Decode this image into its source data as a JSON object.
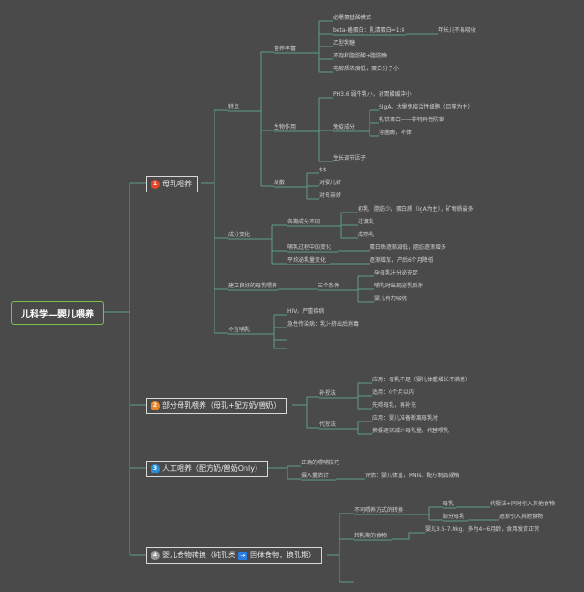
{
  "root": "儿科学—婴儿喂养",
  "colors": {
    "line": "#5f9e8a",
    "root_border": "#7fbf4f",
    "badge_red": "#e0462a",
    "badge_orange": "#e8862a",
    "badge_blue": "#2a8fd8",
    "badge_gray": "#9a9a9a",
    "arrow_blue": "#2a7de1"
  },
  "icons": {
    "arrow": "right-arrow-icon"
  },
  "branches": {
    "b1": {
      "num": "1",
      "label": "母乳喂养"
    },
    "b2": {
      "num": "2",
      "label": "部分母乳喂养（母乳+配方奶/兽奶）"
    },
    "b3": {
      "num": "3",
      "label": "人工喂养（配方奶/兽奶Only）"
    },
    "b4": {
      "num": "4",
      "label_a": "婴儿食物转换（纯乳类",
      "label_b": "固体食物，换乳期）"
    }
  },
  "b1": {
    "tedian": "特点",
    "yingyang": "营养丰富",
    "yy_items": [
      "必需氨基酸模式",
      "beta-酪蛋白：乳清蛋白=1:4",
      "乙型乳糖",
      "不饱和脂肪酸+脂肪酶",
      "电解质浓度低，蛋白分子小"
    ],
    "yy_note": "年长儿不易吸收",
    "shengwu": "生物作用",
    "sw_items": [
      "PH3.6 弱牛乳小，对胃酸缓冲小",
      "生长调节因子"
    ],
    "mianyi": "免疫成分",
    "my_items": [
      "SIgA，大量免疫活性细胞（巨噬为主）",
      "乳铁蛋白——非特异性防御",
      "溶菌酶，补体"
    ],
    "jingji": "发散",
    "jj_items": [
      "$$",
      "对婴儿好",
      "对母亲好"
    ],
    "chengfen": "成分变化",
    "gejie": "各期成分不同",
    "gj_items": [
      "初乳：脂肪少，蛋白质（IgA为主），矿物质最多",
      "过渡乳",
      "成熟乳"
    ],
    "puru": "哺乳过程中的变化",
    "puru_note": "蛋白质逐渐减低，脂肪逐渐增多",
    "pingjun": "平均泌乳量变化",
    "pingjun_note": "逐渐增加，产后6个月降低",
    "jianli": "建立良好的母乳喂养",
    "sange": "三个条件",
    "sg_items": [
      "孕母乳汁分泌充足",
      "哺乳时出现泌乳反射",
      "婴儿有力吸吮"
    ],
    "buyi": "不宜哺乳",
    "by_items": [
      "HIV，严重疾病",
      "急性传染病：乳汁挤出后消毒"
    ]
  },
  "b2": {
    "bushou": "补授法",
    "bs_items": [
      "应用：母乳不足（婴儿体重增长不满意）",
      "适用：0个月以内",
      "先喂母乳，再补充"
    ],
    "daishou": "代授法",
    "ds_items": [
      "应用：婴儿准备断离母乳时",
      "换餐逐渐减少母乳量，代替喂乳"
    ]
  },
  "b3": {
    "items": [
      "正确的喂哺技巧",
      "摄入量估计"
    ],
    "note": "评估：婴儿体重，RNIs，配方制品规格"
  },
  "b4": {
    "butong": "不同喂养方式的转换",
    "muru": "母乳",
    "muru_note": "代授法+同时引入其他食物",
    "bufen": "部分母乳",
    "bufen_note": "逐渐引入其他食物",
    "zhuanru": "转乳期的食物",
    "zhuanru_note": "婴儿3.5-7.0kg，多为4~6月龄，食用发育正常"
  }
}
